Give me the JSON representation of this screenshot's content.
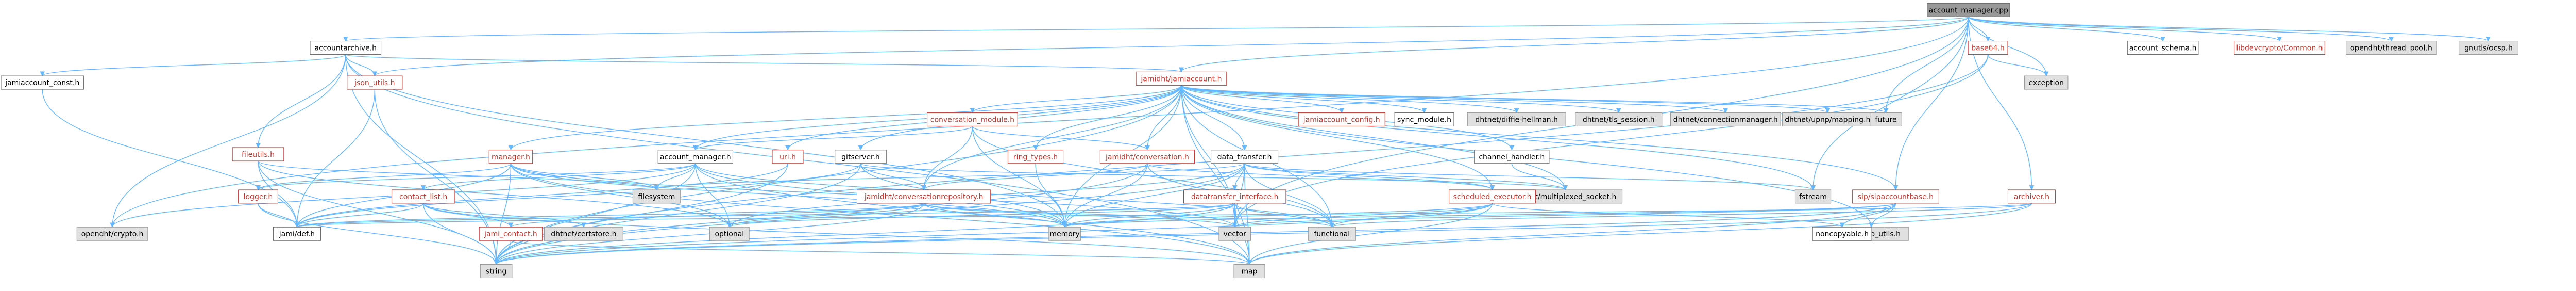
{
  "colors": {
    "root_fill": "#999999",
    "root_stroke": "#666666",
    "local_fill": "#ffffff",
    "local_stroke": "#c6362d",
    "local_text": "#c6362d",
    "plain_stroke": "#666666",
    "plain_text": "#000000",
    "external_fill": "#e0e0e0",
    "external_stroke": "#999999",
    "edge": "#63b8ff"
  },
  "nodes": [
    {
      "id": "root",
      "label": "account_manager.cpp",
      "kind": "root"
    },
    {
      "id": "accountarchive",
      "label": "accountarchive.h",
      "kind": "plain"
    },
    {
      "id": "jami_const",
      "label": "jamiaccount_const.h",
      "kind": "plain"
    },
    {
      "id": "json_utils",
      "label": "json_utils.h",
      "kind": "local"
    },
    {
      "id": "fileutils",
      "label": "fileutils.h",
      "kind": "local"
    },
    {
      "id": "jamiaccount",
      "label": "jamidht/jamiaccount.h",
      "kind": "local"
    },
    {
      "id": "conversation_module",
      "label": "conversation_module.h",
      "kind": "local"
    },
    {
      "id": "jamiaccount_config",
      "label": "jamiaccount_config.h",
      "kind": "local"
    },
    {
      "id": "sync_module",
      "label": "sync_module.h",
      "kind": "plain"
    },
    {
      "id": "diffie",
      "label": "dhtnet/diffie-hellman.h",
      "kind": "external"
    },
    {
      "id": "tls_session",
      "label": "dhtnet/tls_session.h",
      "kind": "external"
    },
    {
      "id": "connmgr",
      "label": "dhtnet/connectionmanager.h",
      "kind": "external"
    },
    {
      "id": "upnp",
      "label": "dhtnet/upnp/mapping.h",
      "kind": "external"
    },
    {
      "id": "future",
      "label": "future",
      "kind": "external"
    },
    {
      "id": "base64",
      "label": "base64.h",
      "kind": "local"
    },
    {
      "id": "exception",
      "label": "exception",
      "kind": "external"
    },
    {
      "id": "account_schema",
      "label": "account_schema.h",
      "kind": "plain"
    },
    {
      "id": "libdevcrypto",
      "label": "libdevcrypto/Common.h",
      "kind": "local"
    },
    {
      "id": "threadpool",
      "label": "opendht/thread_pool.h",
      "kind": "external"
    },
    {
      "id": "gnutls",
      "label": "gnutls/ocsp.h",
      "kind": "external"
    },
    {
      "id": "manager",
      "label": "manager.h",
      "kind": "local"
    },
    {
      "id": "account_manager_h",
      "label": "account_manager.h",
      "kind": "plain"
    },
    {
      "id": "uri",
      "label": "uri.h",
      "kind": "local"
    },
    {
      "id": "gitserver",
      "label": "gitserver.h",
      "kind": "plain"
    },
    {
      "id": "ring_types",
      "label": "ring_types.h",
      "kind": "local"
    },
    {
      "id": "conversation_h",
      "label": "jamidht/conversation.h",
      "kind": "local"
    },
    {
      "id": "data_transfer",
      "label": "data_transfer.h",
      "kind": "plain"
    },
    {
      "id": "channel_handler",
      "label": "channel_handler.h",
      "kind": "plain"
    },
    {
      "id": "multiplexed",
      "label": "dhtnet/multiplexed_socket.h",
      "kind": "external"
    },
    {
      "id": "fstream",
      "label": "fstream",
      "kind": "external"
    },
    {
      "id": "sipaccountbase",
      "label": "sip/sipaccountbase.h",
      "kind": "local"
    },
    {
      "id": "archiver",
      "label": "archiver.h",
      "kind": "local"
    },
    {
      "id": "logger",
      "label": "logger.h",
      "kind": "local"
    },
    {
      "id": "contact_list",
      "label": "contact_list.h",
      "kind": "local"
    },
    {
      "id": "filesystem",
      "label": "filesystem",
      "kind": "external"
    },
    {
      "id": "conv_repo",
      "label": "jamidht/conversationrepository.h",
      "kind": "local"
    },
    {
      "id": "dt_interface",
      "label": "datatransfer_interface.h",
      "kind": "local"
    },
    {
      "id": "sched_exec",
      "label": "scheduled_executor.h",
      "kind": "local"
    },
    {
      "id": "opendht_crypto",
      "label": "opendht/crypto.h",
      "kind": "external"
    },
    {
      "id": "jamidef",
      "label": "jami/def.h",
      "kind": "plain"
    },
    {
      "id": "certstore",
      "label": "dhtnet/certstore.h",
      "kind": "external"
    },
    {
      "id": "jami_contact",
      "label": "jami_contact.h",
      "kind": "local"
    },
    {
      "id": "optional",
      "label": "optional",
      "kind": "external"
    },
    {
      "id": "memory",
      "label": "memory",
      "kind": "external"
    },
    {
      "id": "vector",
      "label": "vector",
      "kind": "external"
    },
    {
      "id": "functional",
      "label": "functional",
      "kind": "external"
    },
    {
      "id": "ip_utils",
      "label": "dhtnet/ip_utils.h",
      "kind": "external"
    },
    {
      "id": "noncopyable",
      "label": "noncopyable.h",
      "kind": "plain"
    },
    {
      "id": "string",
      "label": "string",
      "kind": "external"
    },
    {
      "id": "map",
      "label": "map",
      "kind": "external"
    }
  ],
  "edges": [
    [
      "root",
      "accountarchive"
    ],
    [
      "root",
      "json_utils"
    ],
    [
      "root",
      "jamiaccount"
    ],
    [
      "root",
      "base64"
    ],
    [
      "root",
      "account_schema"
    ],
    [
      "root",
      "libdevcrypto"
    ],
    [
      "root",
      "threadpool"
    ],
    [
      "root",
      "gnutls"
    ],
    [
      "root",
      "future"
    ],
    [
      "root",
      "fstream"
    ],
    [
      "root",
      "opendht_crypto"
    ],
    [
      "root",
      "archiver"
    ],
    [
      "root",
      "exception"
    ],
    [
      "root",
      "sipaccountbase"
    ],
    [
      "root",
      "vector"
    ],
    [
      "accountarchive",
      "jami_const"
    ],
    [
      "accountarchive",
      "fileutils"
    ],
    [
      "accountarchive",
      "opendht_crypto"
    ],
    [
      "accountarchive",
      "json_utils"
    ],
    [
      "accountarchive",
      "memory"
    ],
    [
      "accountarchive",
      "string"
    ],
    [
      "accountarchive",
      "map"
    ],
    [
      "accountarchive",
      "jamiaccount"
    ],
    [
      "jami_const",
      "jamidef"
    ],
    [
      "json_utils",
      "jamidef"
    ],
    [
      "json_utils",
      "string"
    ],
    [
      "fileutils",
      "jamidef"
    ],
    [
      "fileutils",
      "filesystem"
    ],
    [
      "fileutils",
      "optional"
    ],
    [
      "fileutils",
      "string"
    ],
    [
      "jamiaccount",
      "conversation_module"
    ],
    [
      "jamiaccount",
      "jamiaccount_config"
    ],
    [
      "jamiaccount",
      "sync_module"
    ],
    [
      "jamiaccount",
      "diffie"
    ],
    [
      "jamiaccount",
      "tls_session"
    ],
    [
      "jamiaccount",
      "connmgr"
    ],
    [
      "jamiaccount",
      "upnp"
    ],
    [
      "jamiaccount",
      "future"
    ],
    [
      "jamiaccount",
      "manager"
    ],
    [
      "jamiaccount",
      "account_manager_h"
    ],
    [
      "jamiaccount",
      "uri"
    ],
    [
      "jamiaccount",
      "gitserver"
    ],
    [
      "jamiaccount",
      "ring_types"
    ],
    [
      "jamiaccount",
      "conversation_h"
    ],
    [
      "jamiaccount",
      "data_transfer"
    ],
    [
      "jamiaccount",
      "channel_handler"
    ],
    [
      "jamiaccount",
      "multiplexed"
    ],
    [
      "jamiaccount",
      "sipaccountbase"
    ],
    [
      "jamiaccount",
      "sched_exec"
    ],
    [
      "jamiaccount",
      "conv_repo"
    ],
    [
      "jamiaccount",
      "memory"
    ],
    [
      "jamiaccount",
      "vector"
    ],
    [
      "jamiaccount",
      "map"
    ],
    [
      "jamiaccount",
      "string"
    ],
    [
      "jamiaccount",
      "functional"
    ],
    [
      "jamiaccount",
      "ip_utils"
    ],
    [
      "jamiaccount",
      "fstream"
    ],
    [
      "conversation_module",
      "conv_repo"
    ],
    [
      "conversation_module",
      "account_manager_h"
    ],
    [
      "conversation_module",
      "conversation_h"
    ],
    [
      "conversation_module",
      "functional"
    ],
    [
      "conversation_module",
      "memory"
    ],
    [
      "conversation_h",
      "conv_repo"
    ],
    [
      "conversation_h",
      "sched_exec"
    ],
    [
      "conversation_h",
      "memory"
    ],
    [
      "conversation_h",
      "functional"
    ],
    [
      "conversation_h",
      "string"
    ],
    [
      "manager",
      "logger"
    ],
    [
      "manager",
      "jamidef"
    ],
    [
      "manager",
      "optional"
    ],
    [
      "manager",
      "memory"
    ],
    [
      "manager",
      "vector"
    ],
    [
      "manager",
      "map"
    ],
    [
      "manager",
      "string"
    ],
    [
      "manager",
      "filesystem"
    ],
    [
      "account_manager_h",
      "contact_list"
    ],
    [
      "account_manager_h",
      "logger"
    ],
    [
      "account_manager_h",
      "opendht_crypto"
    ],
    [
      "account_manager_h",
      "optional"
    ],
    [
      "account_manager_h",
      "filesystem"
    ],
    [
      "account_manager_h",
      "functional"
    ],
    [
      "account_manager_h",
      "map"
    ],
    [
      "account_manager_h",
      "string"
    ],
    [
      "account_manager_h",
      "memory"
    ],
    [
      "uri",
      "string"
    ],
    [
      "uri",
      "jamidef"
    ],
    [
      "gitserver",
      "jamidef"
    ],
    [
      "gitserver",
      "multiplexed"
    ],
    [
      "gitserver",
      "memory"
    ],
    [
      "gitserver",
      "string"
    ],
    [
      "gitserver",
      "conv_repo"
    ],
    [
      "ring_types",
      "memory"
    ],
    [
      "data_transfer",
      "dt_interface"
    ],
    [
      "data_transfer",
      "multiplexed"
    ],
    [
      "data_transfer",
      "memory"
    ],
    [
      "data_transfer",
      "string"
    ],
    [
      "data_transfer",
      "map"
    ],
    [
      "data_transfer",
      "fstream"
    ],
    [
      "data_transfer",
      "optional"
    ],
    [
      "data_transfer",
      "filesystem"
    ],
    [
      "data_transfer",
      "sched_exec"
    ],
    [
      "data_transfer",
      "functional"
    ],
    [
      "data_transfer",
      "vector"
    ],
    [
      "channel_handler",
      "multiplexed"
    ],
    [
      "dt_interface",
      "jamidef"
    ],
    [
      "dt_interface",
      "memory"
    ],
    [
      "dt_interface",
      "string"
    ],
    [
      "dt_interface",
      "map"
    ],
    [
      "dt_interface",
      "vector"
    ],
    [
      "dt_interface",
      "functional"
    ],
    [
      "dt_interface",
      "optional"
    ],
    [
      "sched_exec",
      "noncopyable"
    ],
    [
      "sched_exec",
      "string"
    ],
    [
      "sched_exec",
      "map"
    ],
    [
      "sched_exec",
      "memory"
    ],
    [
      "sched_exec",
      "functional"
    ],
    [
      "sched_exec",
      "vector"
    ],
    [
      "conv_repo",
      "jamidef"
    ],
    [
      "conv_repo",
      "string"
    ],
    [
      "conv_repo",
      "vector"
    ],
    [
      "conv_repo",
      "optional"
    ],
    [
      "conv_repo",
      "jami_contact"
    ],
    [
      "conv_repo",
      "memory"
    ],
    [
      "conv_repo",
      "functional"
    ],
    [
      "contact_list",
      "jami_contact"
    ],
    [
      "contact_list",
      "certstore"
    ],
    [
      "contact_list",
      "jamidef"
    ],
    [
      "contact_list",
      "map"
    ],
    [
      "contact_list",
      "string"
    ],
    [
      "logger",
      "jamidef"
    ],
    [
      "logger",
      "string"
    ],
    [
      "jami_contact",
      "string"
    ],
    [
      "jami_contact",
      "map"
    ],
    [
      "sipaccountbase",
      "noncopyable"
    ],
    [
      "sipaccountbase",
      "ip_utils"
    ],
    [
      "sipaccountbase",
      "vector"
    ],
    [
      "sipaccountbase",
      "map"
    ],
    [
      "sipaccountbase",
      "string"
    ],
    [
      "sipaccountbase",
      "memory"
    ],
    [
      "archiver",
      "jamidef"
    ],
    [
      "archiver",
      "string"
    ],
    [
      "archiver",
      "map"
    ],
    [
      "archiver",
      "functional"
    ],
    [
      "base64",
      "exception"
    ],
    [
      "base64",
      "string"
    ],
    [
      "base64",
      "vector"
    ]
  ]
}
